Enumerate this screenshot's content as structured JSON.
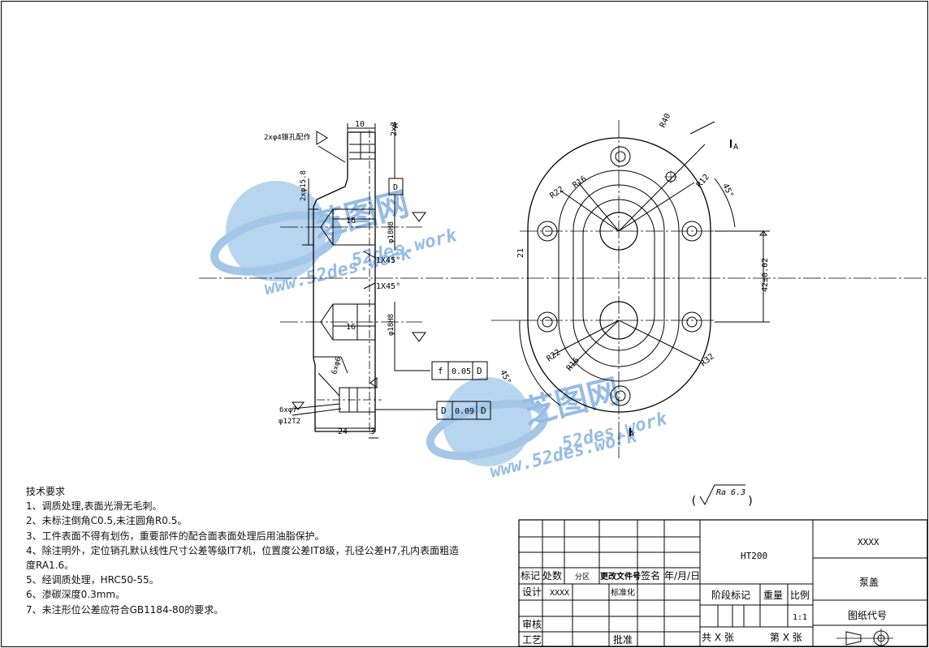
{
  "watermark": {
    "brand": "芝图网",
    "site_top": "52des.work",
    "site_bottom": "www.52des.work"
  },
  "dimensions": {
    "d10": "10",
    "slot_2x3": "2x3",
    "a_mark": "A",
    "hole_note": "2xφ4锥孔配作",
    "d2x158": "2xφ15.8",
    "d16_top": "16",
    "d18_top": "φ18H8",
    "cham_top": "1X45°",
    "cham_bottom": "1X45°",
    "d16_bottom": "16",
    "d18_bottom": "φ18H8",
    "d6x6": "6xφ6",
    "d6x7": "6xφ7",
    "d12": "φ12T2",
    "d24": "24",
    "d3": "3",
    "datum_d": "D",
    "r40": "R40",
    "r16_top": "R16",
    "r22_top": "R22",
    "r12_top": "R12",
    "ang45_top": "45°",
    "d21": "21",
    "d42": "42±0.02",
    "r22_bottom": "R22",
    "r16_bottom": "R16",
    "r32_bottom": "R32",
    "ang45_bottom": "45°",
    "sec_a_top": "A",
    "sec_a_bottom": "A"
  },
  "tolerances": {
    "tol1": {
      "symbol": "f",
      "value": "0.05",
      "datum": "D"
    },
    "tol2": {
      "symbol": "D",
      "value": "0.09",
      "datum": "D"
    }
  },
  "roughness": {
    "label": "Ra 6.3",
    "open": "(",
    "close": ")"
  },
  "notes": {
    "title": "技术要求",
    "line1": "1、调质处理,表面光滑无毛刺。",
    "line2": "2、未标注倒角C0.5,未注圆角R0.5。",
    "line3": "3、工件表面不得有划伤，重要部件的配合面表面处理后用油脂保护。",
    "line4": "4、除注明外，定位销孔默认线性尺寸公差等级IT7机，位置度公差IT8级，孔径公差H7,孔内表面粗造度RA1.6。",
    "line5": "5、经调质处理，HRC50-55。",
    "line6": "6、渗碳深度0.3mm。",
    "line7": "7、未注形位公差应符合GB1184-80的要求。"
  },
  "title_block": {
    "mark": "标记",
    "count": "处数",
    "zone": "分区",
    "change_doc": "更改文件号",
    "sign": "签名",
    "date": "年/月/日",
    "design": "设计",
    "designer": "XXXX",
    "standard": "标准化",
    "review": "审核",
    "process": "工艺",
    "approve": "批准",
    "material": "HT200",
    "stage_mark": "阶段标记",
    "weight": "重量",
    "scale": "比例",
    "scale_value": "1:1",
    "total": "共 X 张",
    "sheet_no": "第 X 张",
    "company": "XXXX",
    "part_name": "泵盖",
    "drawing_no": "图纸代号"
  }
}
